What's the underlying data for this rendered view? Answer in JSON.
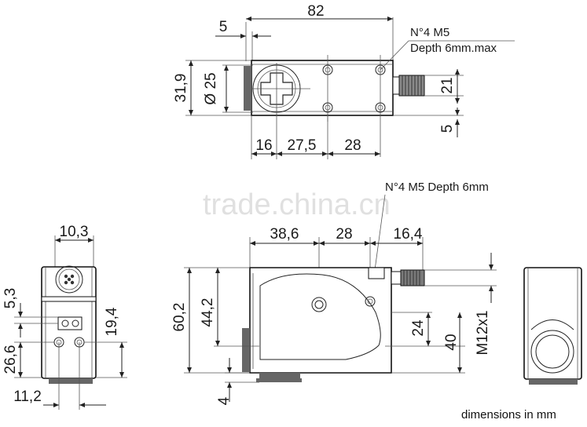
{
  "top_view": {
    "width_82": "82",
    "offset_5": "5",
    "height_31_9": "31,9",
    "dia_25": "Ø 25",
    "dim_21": "21",
    "dim_5": "5",
    "dim_16": "16",
    "dim_27_5": "27,5",
    "dim_28": "28",
    "note_line1": "N°4 M5",
    "note_line2": "Depth 6mm.max"
  },
  "front_view": {
    "dim_10_3": "10,3",
    "dim_5_3": "5,3",
    "dim_26_6": "26,6",
    "dim_19_4": "19,4",
    "dim_11_2": "11,2"
  },
  "side_view": {
    "note": "N°4 M5 Depth 6mm",
    "dim_38_6": "38,6",
    "dim_28": "28",
    "dim_16_4": "16,4",
    "dim_60_2": "60,2",
    "dim_44_2": "44,2",
    "dim_24": "24",
    "dim_40": "40",
    "thread": "M12x1",
    "dim_4": "4"
  },
  "watermark": "trade.china.cn",
  "footer": "dimensions in mm"
}
